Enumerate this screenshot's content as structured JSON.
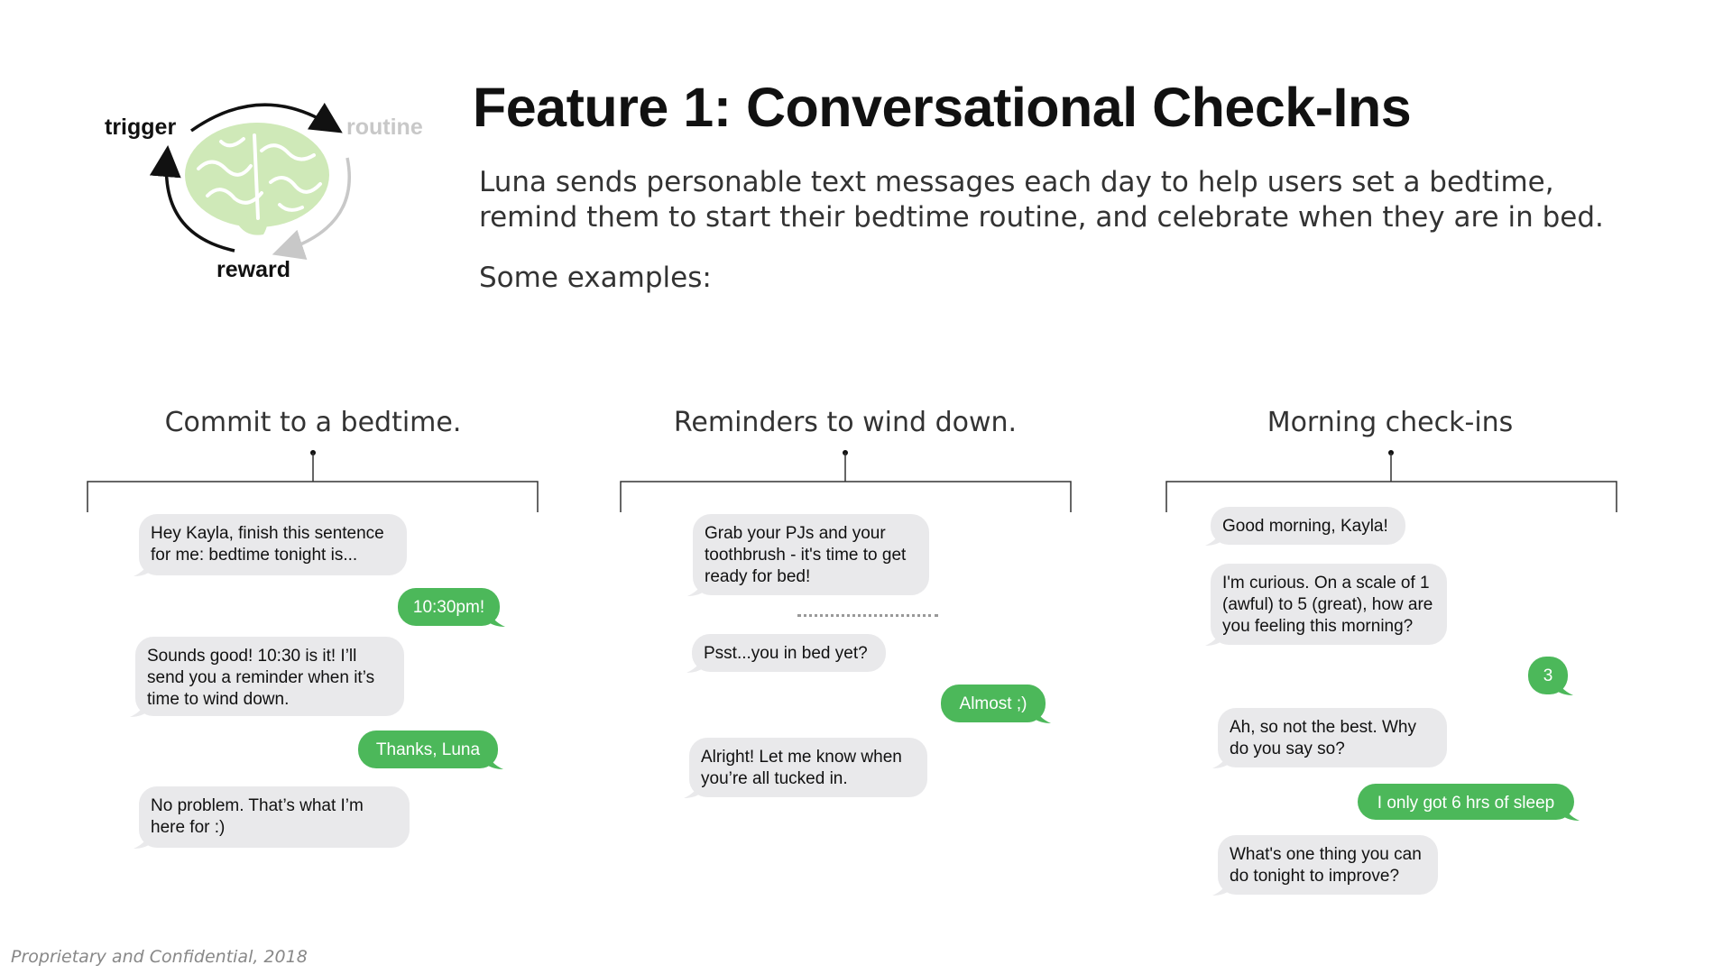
{
  "slide": {
    "title": "Feature 1: Conversational Check-Ins",
    "description": "Luna sends personable text messages each day to help users set a bedtime, remind them to start their bedtime routine, and celebrate when they are in bed.",
    "examples_label": "Some examples:",
    "footer": "Proprietary and Confidential, 2018"
  },
  "habit_loop": {
    "trigger": "trigger",
    "routine": "routine",
    "reward": "reward",
    "icon": "brain-icon",
    "colors": {
      "brain": "#cfe9b8",
      "routine": "#c8c8c8"
    }
  },
  "columns": [
    {
      "title": "Commit to a bedtime.",
      "messages": [
        {
          "from": "luna",
          "text": "Hey Kayla, finish this sentence for me: bedtime tonight is..."
        },
        {
          "from": "user",
          "text": "10:30pm!"
        },
        {
          "from": "luna",
          "text": "Sounds good! 10:30 is it! I’ll send you a reminder when it’s time to wind down."
        },
        {
          "from": "user",
          "text": "Thanks, Luna"
        },
        {
          "from": "luna",
          "text": "No problem. That’s what I’m here for :)"
        }
      ]
    },
    {
      "title": "Reminders to wind down.",
      "messages": [
        {
          "from": "luna",
          "text": "Grab your PJs and your toothbrush - it's time to get ready for bed!"
        },
        {
          "from": "luna",
          "text": "Psst...you in bed yet?"
        },
        {
          "from": "user",
          "text": "Almost ;)"
        },
        {
          "from": "luna",
          "text": "Alright! Let me know when you’re all tucked in."
        }
      ]
    },
    {
      "title": "Morning check-ins",
      "messages": [
        {
          "from": "luna",
          "text": "Good morning, Kayla!"
        },
        {
          "from": "luna",
          "text": "I'm curious. On a scale of 1 (awful) to 5 (great), how are you feeling this morning?"
        },
        {
          "from": "user",
          "text": "3"
        },
        {
          "from": "luna",
          "text": "Ah, so not the best. Why do you say so?"
        },
        {
          "from": "user",
          "text": "I only got 6 hrs of sleep"
        },
        {
          "from": "luna",
          "text": "What's one thing you can do tonight to improve?"
        }
      ]
    }
  ],
  "colors": {
    "incoming": "#e9e9eb",
    "outgoing": "#4cb85a"
  }
}
